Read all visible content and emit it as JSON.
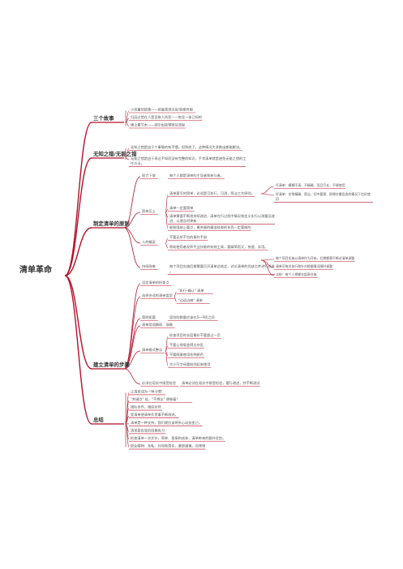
{
  "root": {
    "label": "清单革命",
    "color": "#b5122a"
  },
  "colors": {
    "line": "#b5122a"
  },
  "branches": [
    {
      "key": "b1",
      "label": "三个故事",
      "items": [
        "小孩童的故事——挖掘清单宗旨/思维导图",
        "归因过错在人是否故人所犯——南北一体己知的",
        "建上最节木——把中出首预案及流程"
      ]
    },
    {
      "key": "b2",
      "label": "无知之错/无能之错",
      "items": [
        "无知之错是由于个事情的有不懂，但到底了，这种情况大多数出都能解决。",
        "无能之错是由于表达不知而没有完整的知识，手术清单就是避免无能之错的工作方法。"
      ]
    },
    {
      "key": "b3",
      "label": "制定清单的原则",
      "groups": [
        {
          "label": "权力下放",
          "items": [
            "每个人都是清单的主导者和参与者。"
          ]
        },
        {
          "label": "简单至上",
          "items": [
            "清单要写的简单，必须是可执行，可测，简洁三大原则。",
            "清单一定要简单",
            "清单需要不断地持续改进，清单在行过程中情况和定义实行以测量及改进，以便及时更新",
            "能勉强核心要点，最关键的精准核查的东西一定要做的"
          ],
          "subs": [
            "坏清单：模糊不清、不精确、而且冗长、不便使用",
            "好清单：非常精确、简洁、切中要害、即便在最危急的情况下也好使用"
          ]
        },
        {
          "label": "人的精英",
          "items": [
            "不要无所不包的操作手册",
            "帮助使用者发挥专业技能的有效工具，要精简而又，快速、实用。"
          ]
        },
        {
          "label": "持续改善",
          "items": [
            "每个项目实施后都需要召开清单总结会，讨论清单的优缺点并进行改进。"
          ],
          "subs": [
            "每个项目实施以清单作为开始，后期都需不断对清单调整",
            "清单可每次执行和针对根据情况随时调整",
            "法校：每个人想都在起责任来"
          ]
        }
      ]
    },
    {
      "key": "b4",
      "label": "建立清单的步骤",
      "groups": [
        {
          "label": "设定清单的检查点",
          "items": []
        },
        {
          "label": "选择合适的清单类型",
          "items": [
            "\"执行-确认\" 清单",
            "\"边读边做\" 清单"
          ]
        },
        {
          "label": "简明扼要",
          "items": [
            "容别的数量应该在5～9项之间"
          ]
        },
        {
          "label": "清单用语精炼、准确",
          "items": []
        },
        {
          "label": "清单格式整洁",
          "items": [
            "检查项目的长度最好不要超过一页",
            "不要让排版变得太杂乱",
            "不要随意使用各种颜色",
            "大小写字母要结合起来使用"
          ]
        },
        {
          "label": "必须在现实中接受检验",
          "items": [
            "清单必须在现实中接受检验，要行改进，并不断测试"
          ]
        }
      ]
    },
    {
      "key": "b5",
      "label": "总结",
      "items": [
        "让清单成为一种习惯!",
        "\"关键点\" 处，\"不想念\" 便做着!",
        "团队合作，相信伙伴",
        "是清单使清单负责事不断改进。",
        "清单是一种支持，我们就应该将所心动挂变己。",
        "清单是有效的刻意练习",
        "检查清单一次次针，简单、直接和成本，清单带来的额外优势。",
        "职业精神：无私、共同和责任，谦逊谨慎，自律律"
      ]
    }
  ]
}
